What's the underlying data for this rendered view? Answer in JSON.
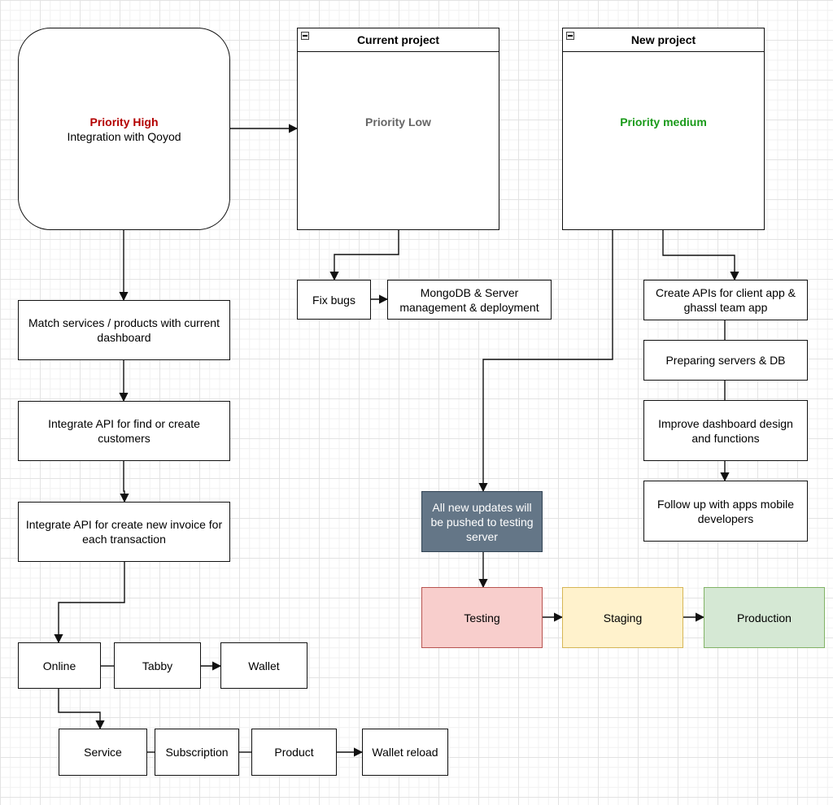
{
  "diagram": {
    "priority_high": {
      "priority": "Priority High",
      "title": "Integration with Qoyod",
      "priority_color": "#b30000"
    },
    "current_project": {
      "title": "Current project",
      "priority": "Priority Low",
      "priority_color": "#666666"
    },
    "new_project": {
      "title": "New project",
      "priority": "Priority medium",
      "priority_color": "#1a9a1a"
    },
    "left_steps": [
      "Match services / products with current dashboard",
      "Integrate API for find or create customers",
      "Integrate API for create new invoice for each transaction"
    ],
    "payments_row": [
      "Online",
      "Tabby",
      "Wallet"
    ],
    "types_row": [
      "Service",
      "Subscription",
      "Product",
      "Wallet reload"
    ],
    "current_tasks": [
      "Fix bugs",
      "MongoDB & Server management & deployment"
    ],
    "new_tasks": [
      "Create APIs for client app & ghassl team app",
      "Preparing servers & DB",
      "Improve dashboard design and functions",
      "Follow up with apps mobile developers"
    ],
    "testing_note": "All new updates will be pushed to testing server",
    "pipeline": [
      "Testing",
      "Staging",
      "Production"
    ],
    "colors": {
      "note_fill": "#647687",
      "testing_fill": "#f8cecc",
      "staging_fill": "#fff2cc",
      "production_fill": "#d5e8d4"
    }
  }
}
